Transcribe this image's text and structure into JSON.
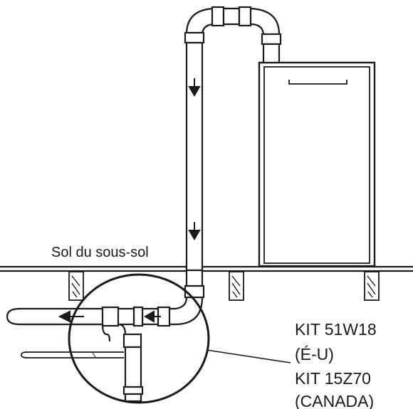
{
  "labels": {
    "floor": "Sol du sous-sol",
    "kit_us": "KIT 51W18",
    "kit_us_region": "(É-U)",
    "kit_ca": "KIT 15Z70",
    "kit_ca_region": "(CANADA)"
  },
  "colors": {
    "line": "#1a1a1a",
    "background": "#ffffff"
  },
  "icons": [
    "flow-arrow-down",
    "flow-arrow-left"
  ]
}
